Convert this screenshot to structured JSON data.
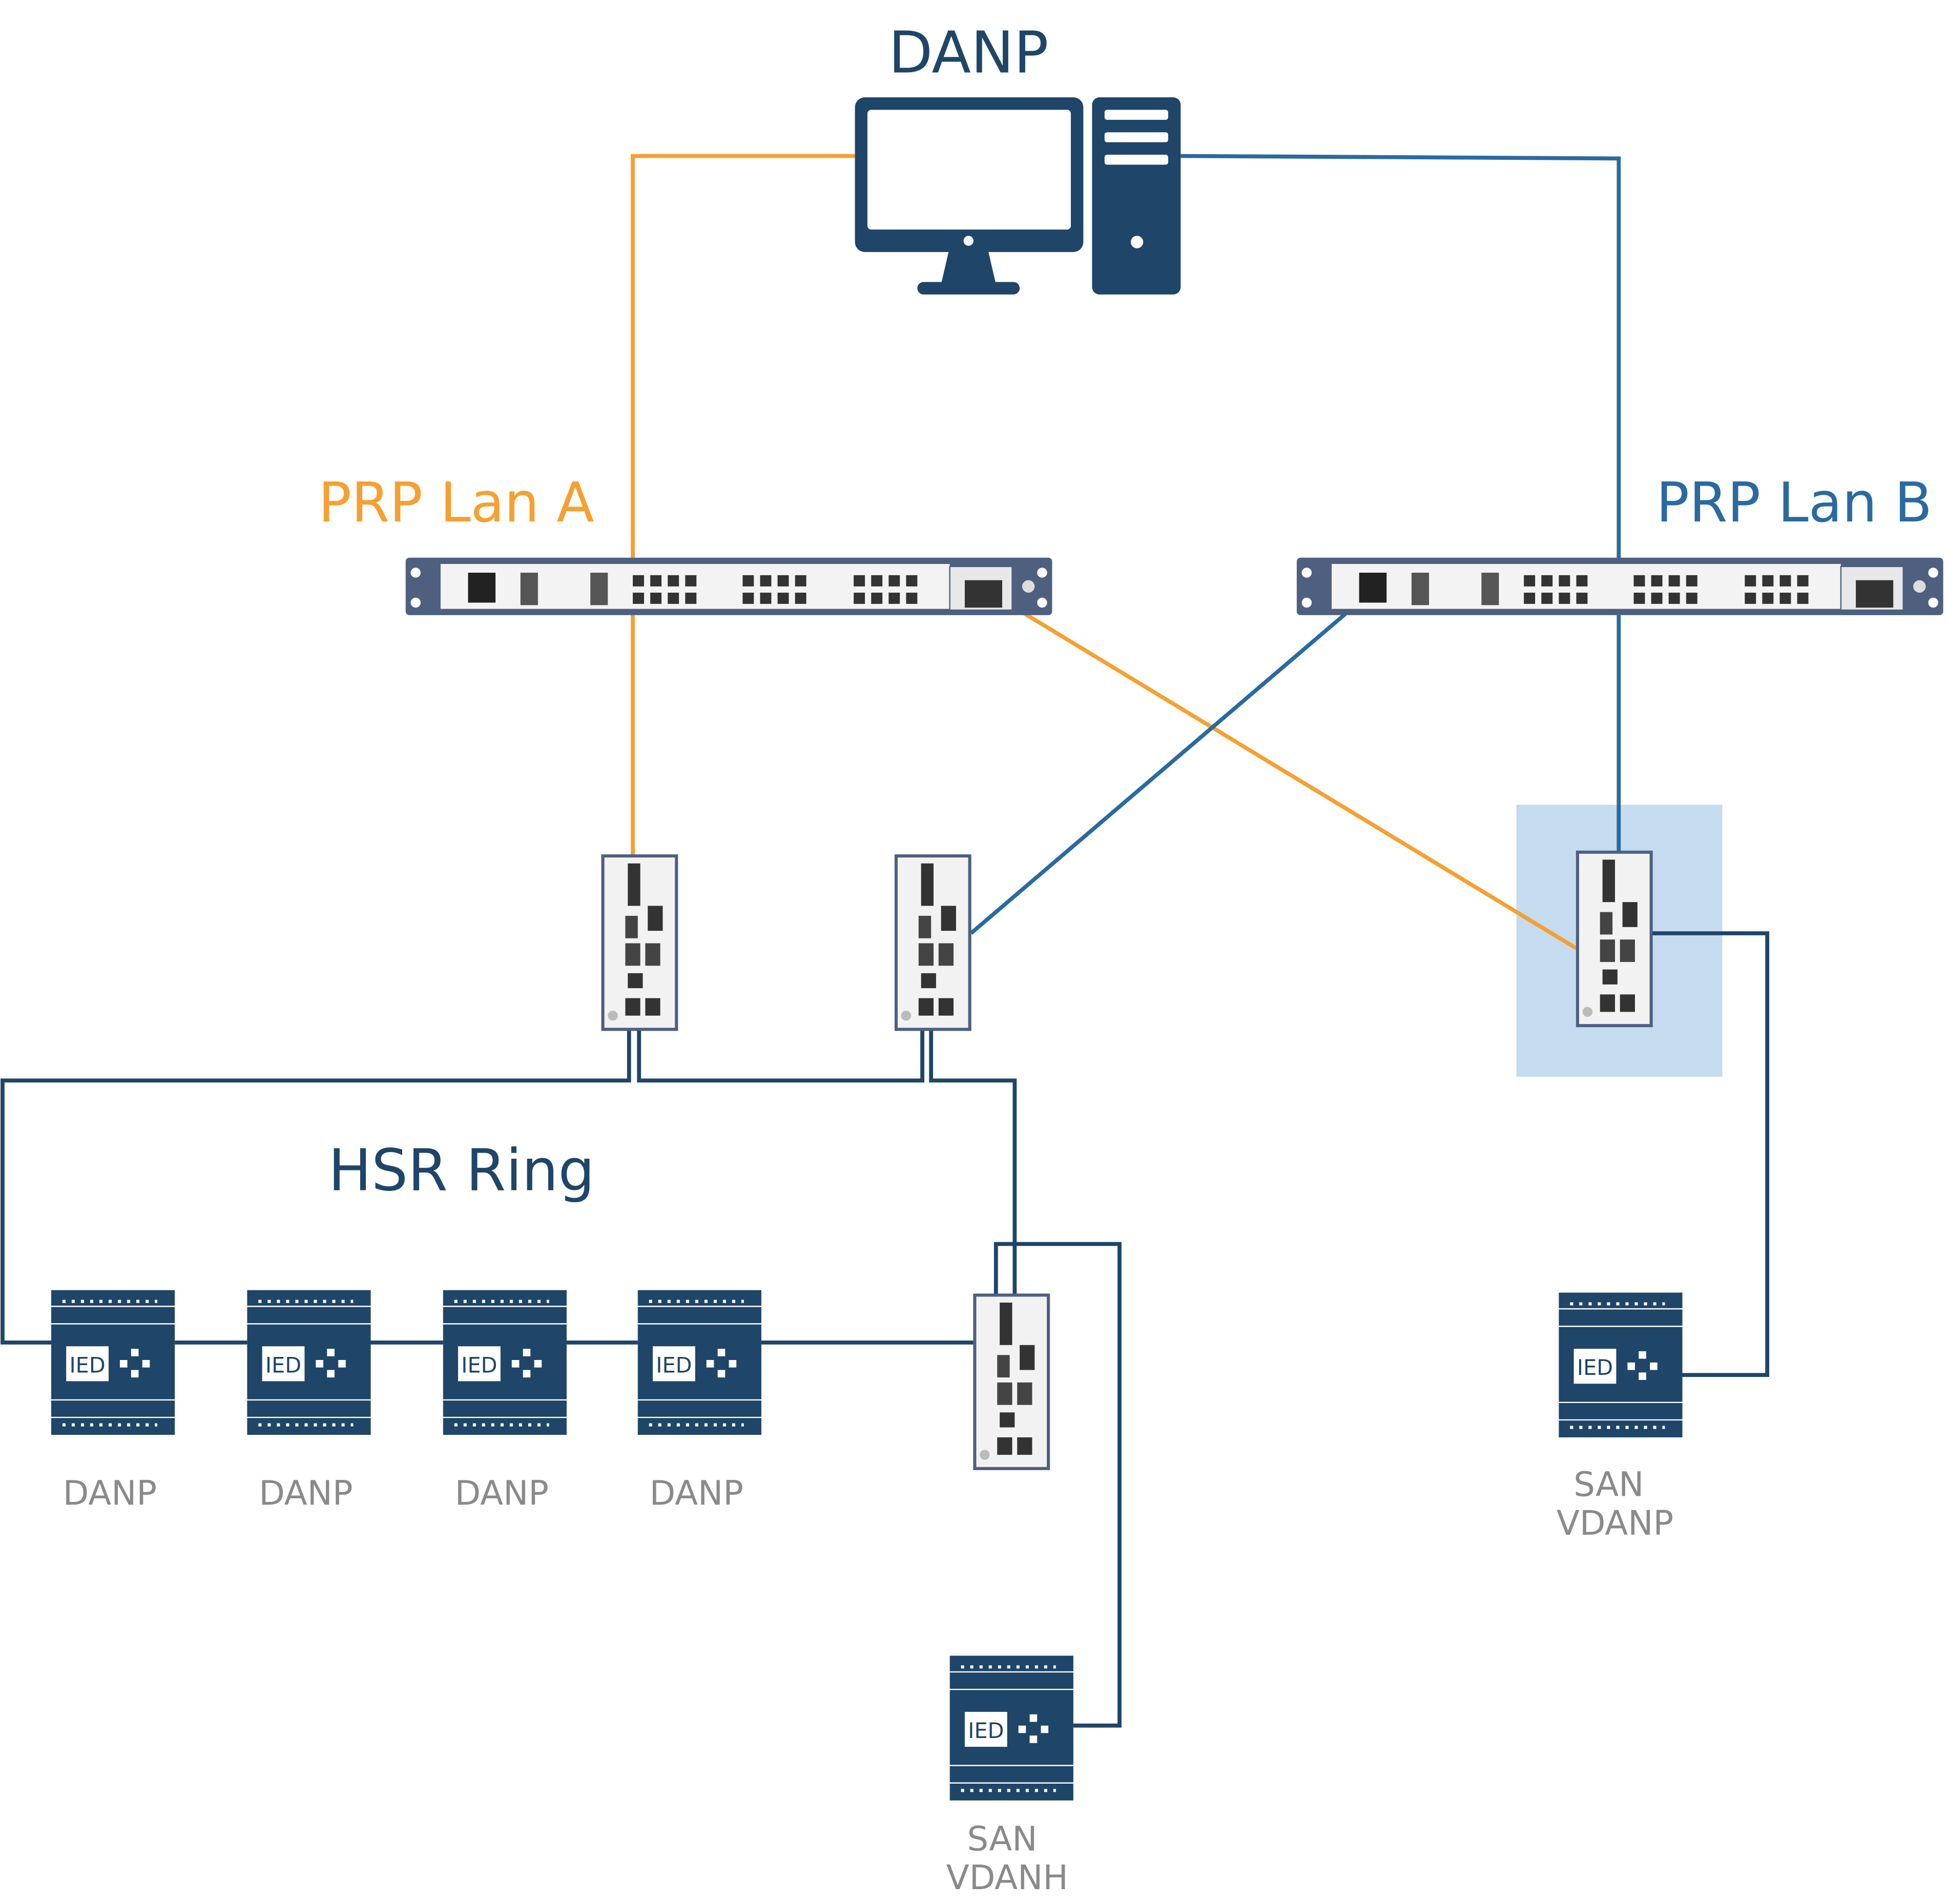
{
  "diagram": {
    "top_node_label": "DANP",
    "lan_a_label": "PRP Lan A",
    "lan_b_label": "PRP Lan B",
    "ring_label": "HSR Ring",
    "ied_text": "IED",
    "ring_ieds": [
      {
        "label": "DANP"
      },
      {
        "label": "DANP"
      },
      {
        "label": "DANP"
      },
      {
        "label": "DANP"
      }
    ],
    "san_vdanp": {
      "line1": "SAN",
      "line2": "VDANP"
    },
    "san_vdanh": {
      "line1": "SAN",
      "line2": "VDANH"
    },
    "colors": {
      "lan_a": "#f5a031",
      "lan_b": "#2a6aa0",
      "ring": "#1f4568",
      "device": "#1f4568",
      "highlight": "#c5dbef",
      "label_gray": "#8a8a8a"
    },
    "icons": [
      "desktop-computer-icon",
      "rack-switch-icon",
      "redbox-din-rail-icon",
      "ied-icon"
    ]
  }
}
